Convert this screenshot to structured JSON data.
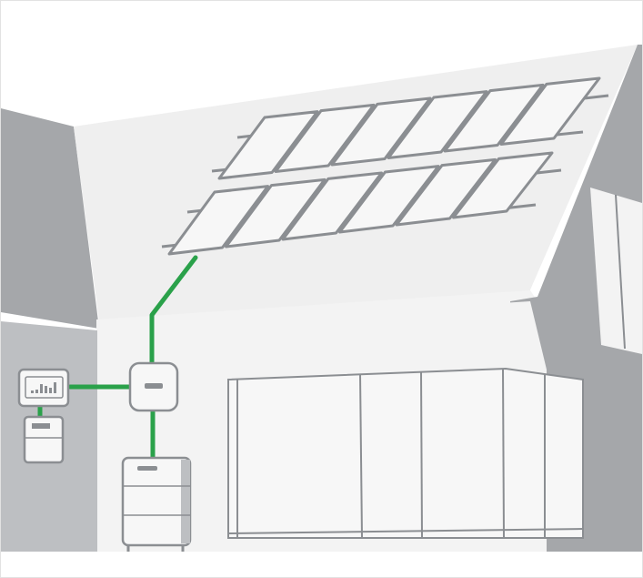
{
  "diagram": {
    "colors": {
      "background": "#ffffff",
      "frame_border": "#e2e2e2",
      "wall_dark": "#a5a7aa",
      "wall_mid": "#bdbfc2",
      "roof_fill": "#efefef",
      "facade_fill": "#f3f3f3",
      "panel_fill": "#f7f7f7",
      "panel_edge": "#8b8e92",
      "outline": "#8b8e92",
      "cable_green": "#2aa14a"
    },
    "icons": {
      "solar_array": "solar-panel-grid",
      "inverter": "inverter-box",
      "battery": "home-battery-stack",
      "energy_meter": "energy-meter",
      "electric_meter": "electric-meter"
    },
    "panel_rows": 2,
    "panels_per_row": 6
  }
}
